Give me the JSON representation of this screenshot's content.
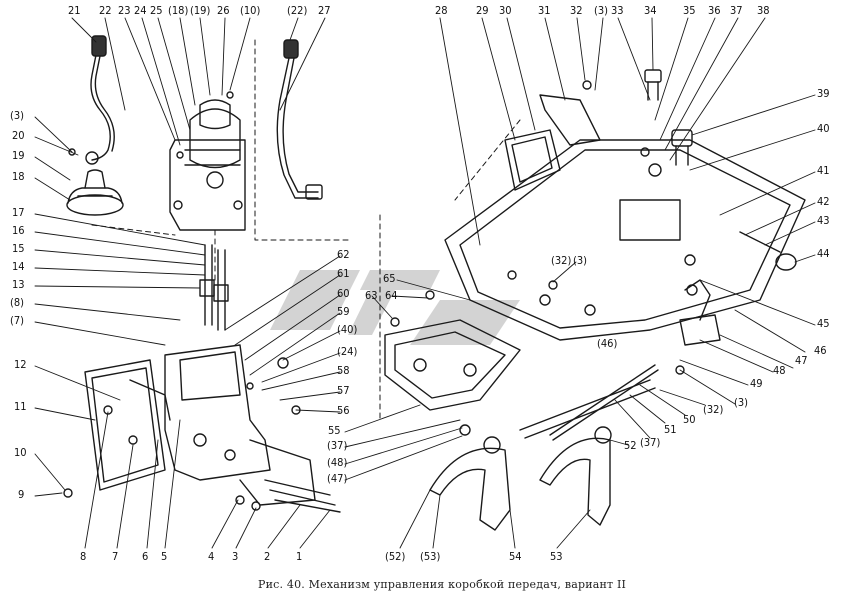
{
  "caption": "Рис. 40. Механизм управления коробкой передач, вариант II",
  "callouts": [
    "21",
    "22",
    "23",
    "24",
    "25",
    "(18)",
    "(19)",
    "26",
    "(10)",
    "(22)",
    "27",
    "28",
    "29",
    "30",
    "31",
    "32",
    "(3)",
    "33",
    "34",
    "35",
    "36",
    "37",
    "38",
    "39",
    "40",
    "41",
    "42",
    "43",
    "44",
    "45",
    "(3)",
    "20",
    "19",
    "18",
    "17",
    "16",
    "15",
    "14",
    "13",
    "(8)",
    "(7)",
    "12",
    "11",
    "10",
    "9",
    "62",
    "61",
    "60",
    "59",
    "(40)",
    "(24)",
    "58",
    "57",
    "56",
    "55",
    "(37)",
    "(48)",
    "(47)",
    "65",
    "63",
    "64",
    "(32)",
    "(3)",
    "46",
    "(46)",
    "47",
    "48",
    "49",
    "(32)",
    "(3)",
    "50",
    "51",
    "52",
    "(37)",
    "8",
    "7",
    "6",
    "5",
    "4",
    "3",
    "2",
    "1",
    "(52)",
    "(53)",
    "54",
    "53"
  ],
  "watermark": "GT"
}
